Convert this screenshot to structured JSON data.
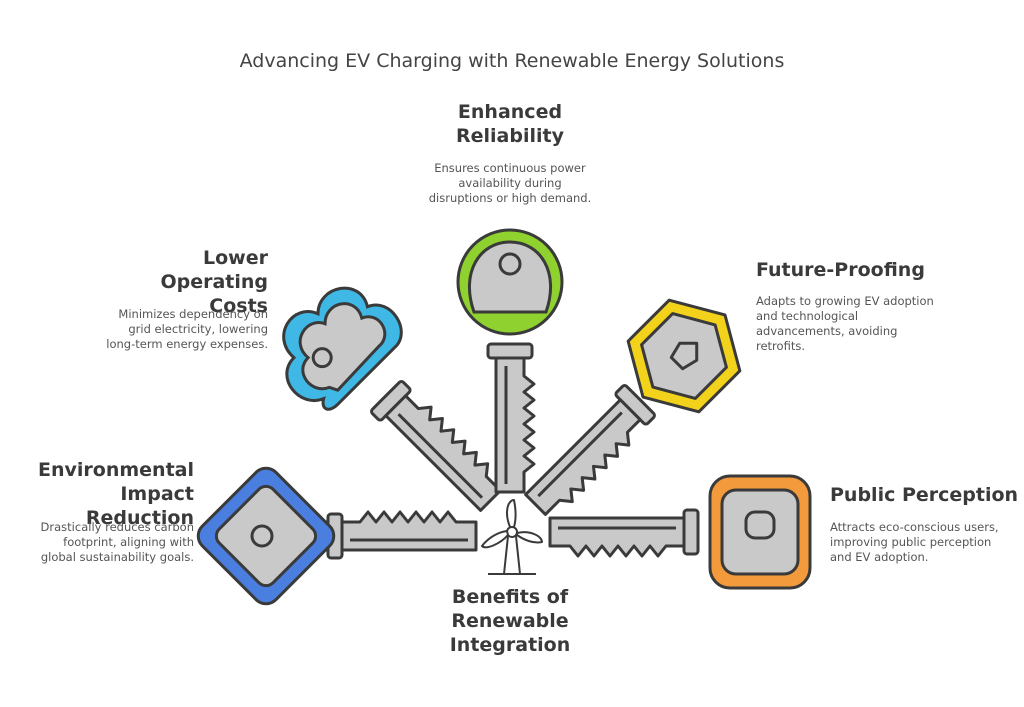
{
  "title": "Advancing EV Charging with Renewable Energy Solutions",
  "center": {
    "label": "Benefits of Renewable Integration",
    "icon": "wind-turbine-icon"
  },
  "benefits": [
    {
      "id": "environmental",
      "heading": "Environmental Impact Reduction",
      "description": "Drastically reduces carbon footprint, aligning with global sustainability goals.",
      "color": "#4a7fe0"
    },
    {
      "id": "operating-costs",
      "heading": "Lower Operating Costs",
      "description": "Minimizes dependency on grid electricity, lowering long-term energy expenses.",
      "color": "#3fb8e6"
    },
    {
      "id": "reliability",
      "heading": "Enhanced Reliability",
      "description": "Ensures continuous power availability during disruptions or high demand.",
      "color": "#8fd12e"
    },
    {
      "id": "future-proofing",
      "heading": "Future-Proofing",
      "description": "Adapts to growing EV adoption and technological advancements, avoiding retrofits.",
      "color": "#f2d21b"
    },
    {
      "id": "public-perception",
      "heading": "Public Perception",
      "description": "Attracts eco-conscious users, improving public perception and EV adoption.",
      "color": "#f29a3c"
    }
  ]
}
